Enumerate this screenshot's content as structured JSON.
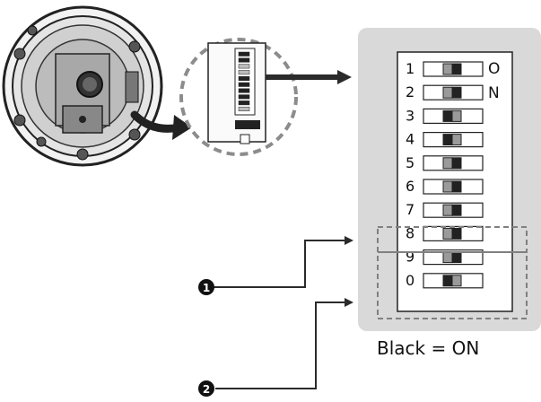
{
  "switch_panel": {
    "on_label_letters": [
      "O",
      "N"
    ],
    "switches": [
      {
        "number": "1",
        "state": "ON"
      },
      {
        "number": "2",
        "state": "ON"
      },
      {
        "number": "3",
        "state": "OFF"
      },
      {
        "number": "4",
        "state": "OFF"
      },
      {
        "number": "5",
        "state": "ON"
      },
      {
        "number": "6",
        "state": "ON"
      },
      {
        "number": "7",
        "state": "ON"
      },
      {
        "number": "8",
        "state": "ON"
      },
      {
        "number": "9",
        "state": "ON"
      },
      {
        "number": "0",
        "state": "OFF"
      }
    ]
  },
  "callouts": [
    "1",
    "2"
  ],
  "legend": "Black = ON",
  "colors": {
    "panel_bg": "#d9d9d9",
    "switch_black": "#222222",
    "switch_gray": "#9a9a9a",
    "dashed": "#808080",
    "arrow": "#2b2b2b"
  }
}
